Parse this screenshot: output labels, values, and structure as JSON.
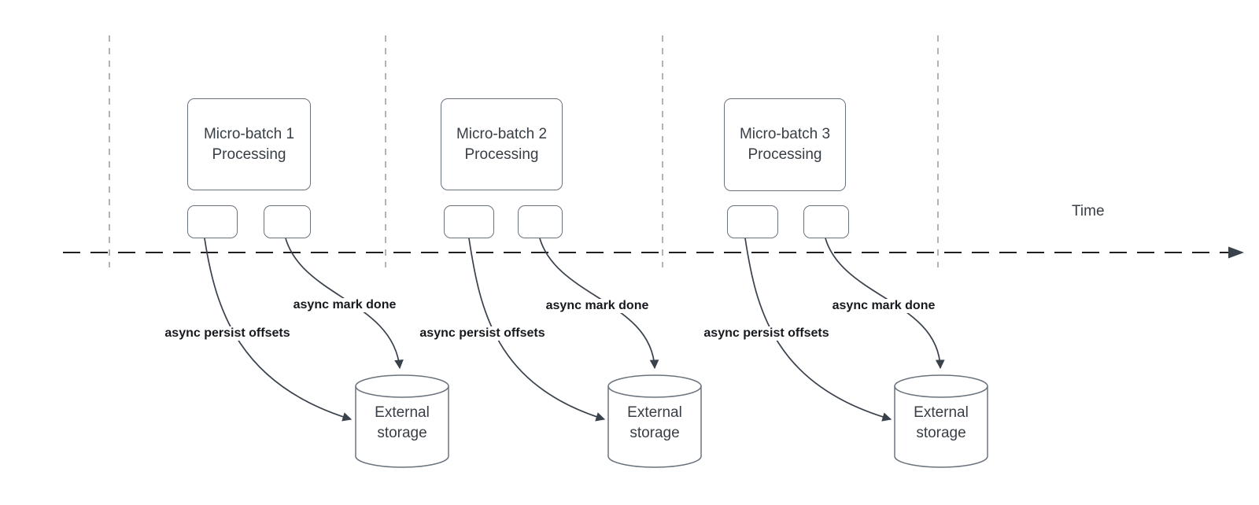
{
  "colors": {
    "canvas-bg": "#ffffff",
    "shape-border": "#6a737d",
    "shape-text": "#383e45",
    "arrow-stroke": "#39414b",
    "bold-label-text": "#16191d",
    "gridline": "#b3b3b3",
    "axis": "#202020"
  },
  "timeline": {
    "label": "Time"
  },
  "batches": [
    {
      "box_line1": "Micro-batch 1",
      "box_line2": "Processing",
      "persist_label": "async persist offsets",
      "mark_label": "async mark done",
      "storage_line1": "External",
      "storage_line2": "storage"
    },
    {
      "box_line1": "Micro-batch 2",
      "box_line2": "Processing",
      "persist_label": "async persist offsets",
      "mark_label": "async mark done",
      "storage_line1": "External",
      "storage_line2": "storage"
    },
    {
      "box_line1": "Micro-batch 3",
      "box_line2": "Processing",
      "persist_label": "async persist offsets",
      "mark_label": "async mark done",
      "storage_line1": "External",
      "storage_line2": "storage"
    }
  ]
}
